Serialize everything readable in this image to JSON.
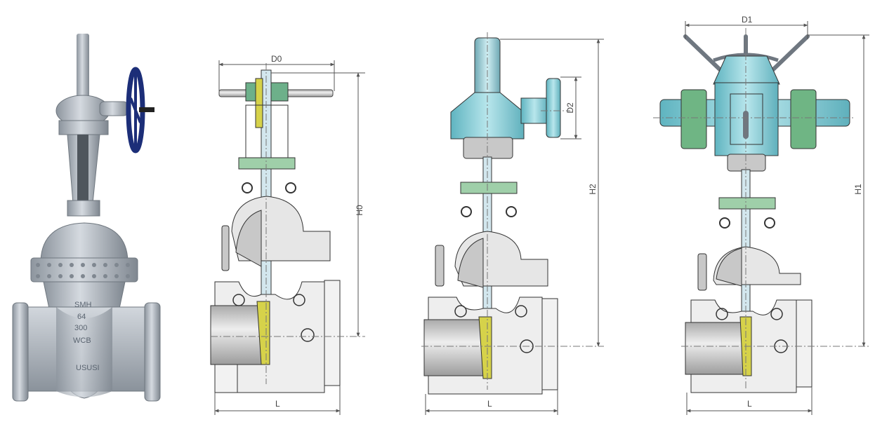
{
  "photo": {
    "markings": [
      "SMH",
      "64",
      "300",
      "WCB",
      "USUSI"
    ]
  },
  "drawings": {
    "manual": {
      "width_label": "D0",
      "height_label": "H0",
      "length_label": "L"
    },
    "gear_operated": {
      "width_label": "D2",
      "height_label": "H2",
      "length_label": "L"
    },
    "electric_actuated": {
      "width_label": "D1",
      "height_label": "H1",
      "length_label": "L"
    }
  },
  "colors": {
    "body": "#e6e6e6",
    "body_shade": "#c8c8c8",
    "seat_yellow": "#d6d24a",
    "gear_teal": "#7fcfd8",
    "actuator_blue": "#83c7d4",
    "motor_green": "#6fb584",
    "handwheel_navy": "#1c2e78",
    "photo_steel": "#b4bbc3"
  }
}
